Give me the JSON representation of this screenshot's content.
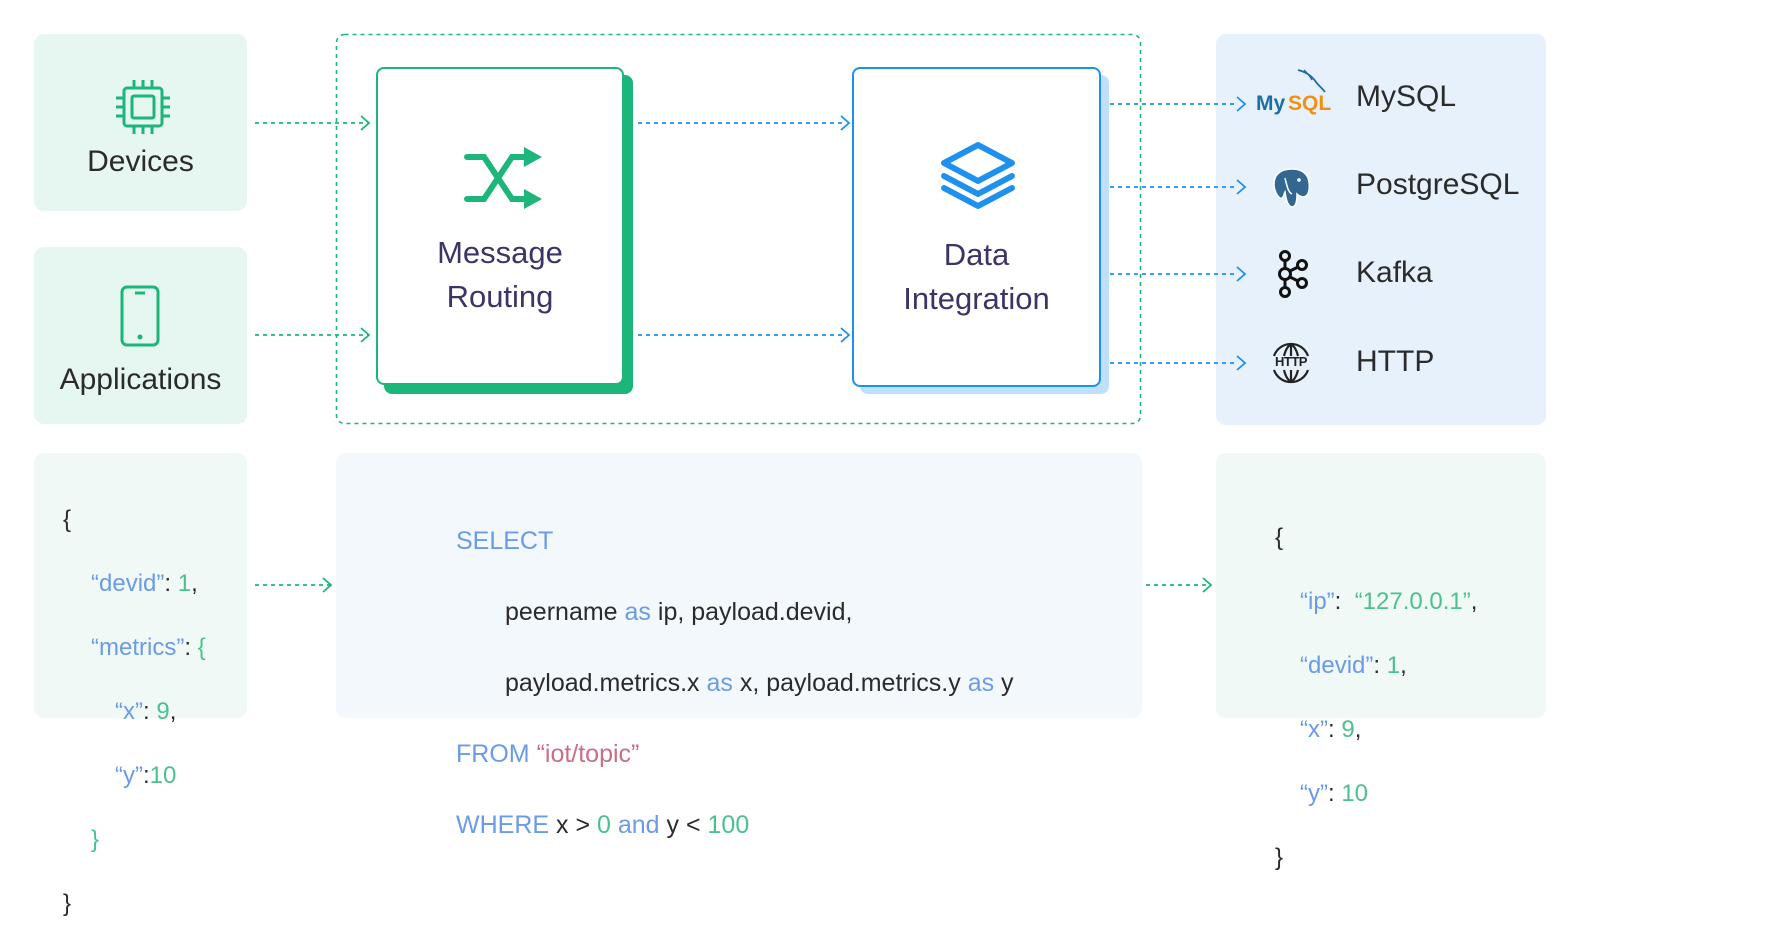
{
  "sources": {
    "devices_label": "Devices",
    "applications_label": "Applications"
  },
  "processing": {
    "message_routing": [
      "Message",
      "Routing"
    ],
    "data_integration": [
      "Data",
      "Integration"
    ]
  },
  "sinks": {
    "mysql_logo_text": [
      "My",
      "SQL"
    ],
    "items": [
      "MySQL",
      "PostgreSQL",
      "Kafka",
      "HTTP"
    ],
    "http_icon_text": "HTTP"
  },
  "input_json": {
    "open_brace": "{",
    "devid_key": "“devid”",
    "devid_value": "1",
    "metrics_key": "“metrics”",
    "metrics_open": "{",
    "x_key": "“x”",
    "x_value": "9",
    "y_key": "“y”",
    "y_value": "10",
    "metrics_close": "}",
    "close_brace": "}"
  },
  "sql": {
    "select_kw": "SELECT",
    "line2_a": "peername ",
    "as1": "as",
    "line2_b": " ip, payload.devid,",
    "line3_a": "payload.metrics.x ",
    "as2": "as",
    "line3_b": " x, payload.metrics.y ",
    "as3": "as",
    "line3_c": " y",
    "from_kw": "FROM",
    "topic": "“iot/topic”",
    "where_kw": "WHERE",
    "where_a": " x > ",
    "zero": "0",
    "and_kw": "and",
    "where_b": " y < ",
    "hundred": "100"
  },
  "output_json": {
    "open_brace": "{",
    "ip_key": "“ip”",
    "ip_value": "“127.0.0.1”",
    "devid_key": "“devid”",
    "devid_value": "1",
    "x_key": "“x”",
    "x_value": "9",
    "y_key": "“y”",
    "y_value": "10",
    "close_brace": "}"
  },
  "colors": {
    "green": "#1db67a",
    "blue": "#1e90ee",
    "title": "#3a3566",
    "keyword": "#6b9be6",
    "string": "#c96f86"
  },
  "icons": [
    "chip-icon",
    "phone-icon",
    "shuffle-icon",
    "layers-icon",
    "mysql-logo",
    "postgresql-icon",
    "kafka-icon",
    "http-globe-icon"
  ]
}
